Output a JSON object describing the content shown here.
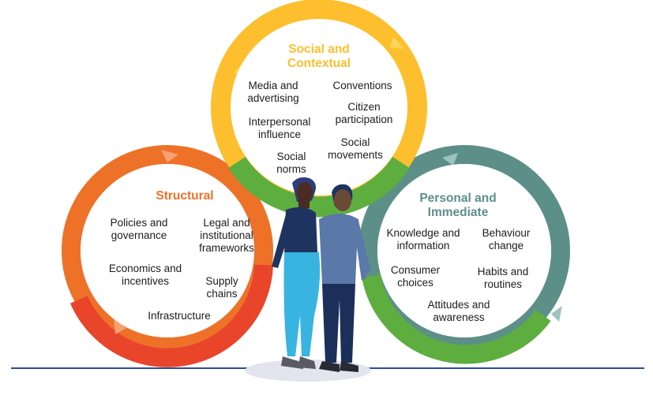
{
  "colors": {
    "structural": "#ee7128",
    "structural_accent": "#e8452b",
    "social": "#fdbf2d",
    "social_light": "#ffd457",
    "personal": "#5d8f89",
    "personal_light": "#71a3a0",
    "green": "#5eae3f",
    "baseline": "#2e4b9b"
  },
  "circles": {
    "social": {
      "title": [
        "Social and",
        "Contextual"
      ],
      "items": {
        "media": [
          "Media and",
          "advertising"
        ],
        "conventions": [
          "Conventions"
        ],
        "interpersonal": [
          "Interpersonal",
          "influence"
        ],
        "citizen": [
          "Citizen",
          "participation"
        ],
        "norms": [
          "Social",
          "norms"
        ],
        "movements": [
          "Social",
          "movements"
        ]
      }
    },
    "structural": {
      "title": [
        "Structural"
      ],
      "items": {
        "policies": [
          "Policies and",
          "governance"
        ],
        "legal": [
          "Legal and",
          "institutional",
          "frameworks"
        ],
        "economics": [
          "Economics and",
          "incentives"
        ],
        "supply": [
          "Supply",
          "chains"
        ],
        "infrastructure": [
          "Infrastructure"
        ]
      }
    },
    "personal": {
      "title": [
        "Personal and",
        "Immediate"
      ],
      "items": {
        "knowledge": [
          "Knowledge and",
          "information"
        ],
        "behaviour": [
          "Behaviour",
          "change"
        ],
        "consumer": [
          "Consumer",
          "choices"
        ],
        "habits": [
          "Habits and",
          "routines"
        ],
        "attitudes": [
          "Attitudes and",
          "awareness"
        ]
      }
    }
  }
}
